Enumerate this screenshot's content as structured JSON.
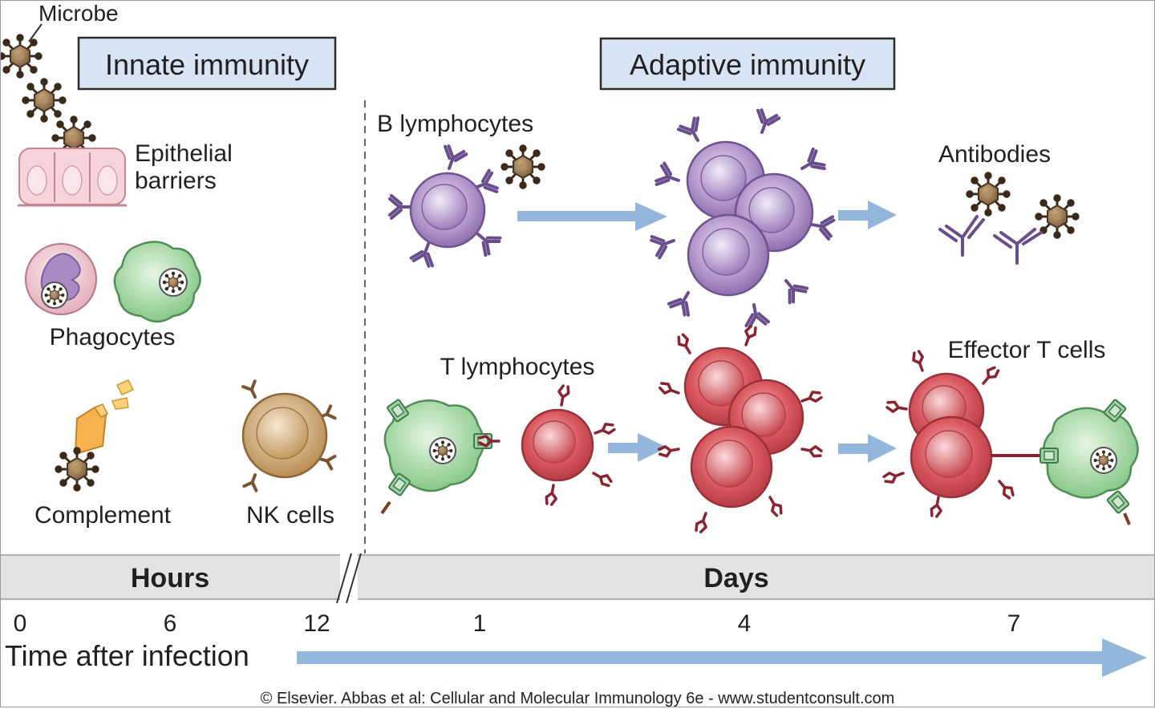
{
  "labels": {
    "microbe": "Microbe",
    "innate": "Innate immunity",
    "adaptive": "Adaptive immunity",
    "epithelial_line1": "Epithelial",
    "epithelial_line2": "barriers",
    "phagocytes": "Phagocytes",
    "complement": "Complement",
    "nk_cells": "NK cells",
    "b_lymphocytes": "B lymphocytes",
    "antibodies": "Antibodies",
    "t_lymphocytes": "T lymphocytes",
    "effector_t": "Effector T cells"
  },
  "timeline": {
    "hours": "Hours",
    "days": "Days",
    "ticks": [
      "0",
      "6",
      "12",
      "1",
      "4",
      "7"
    ],
    "axis_label": "Time after infection"
  },
  "credit": "© Elsevier. Abbas et al: Cellular and Molecular Immunology 6e - www.studentconsult.com",
  "colors": {
    "header_box": "#d6e4f3",
    "arrow": "#93b6dc",
    "b_cell": "#a98bc4",
    "t_cell": "#d9575f",
    "macrophage": "#8fcf8f",
    "nk_cell": "#c9a06b",
    "microbe": "#8a6d4c",
    "timeline_band": "#e3e3e3"
  }
}
